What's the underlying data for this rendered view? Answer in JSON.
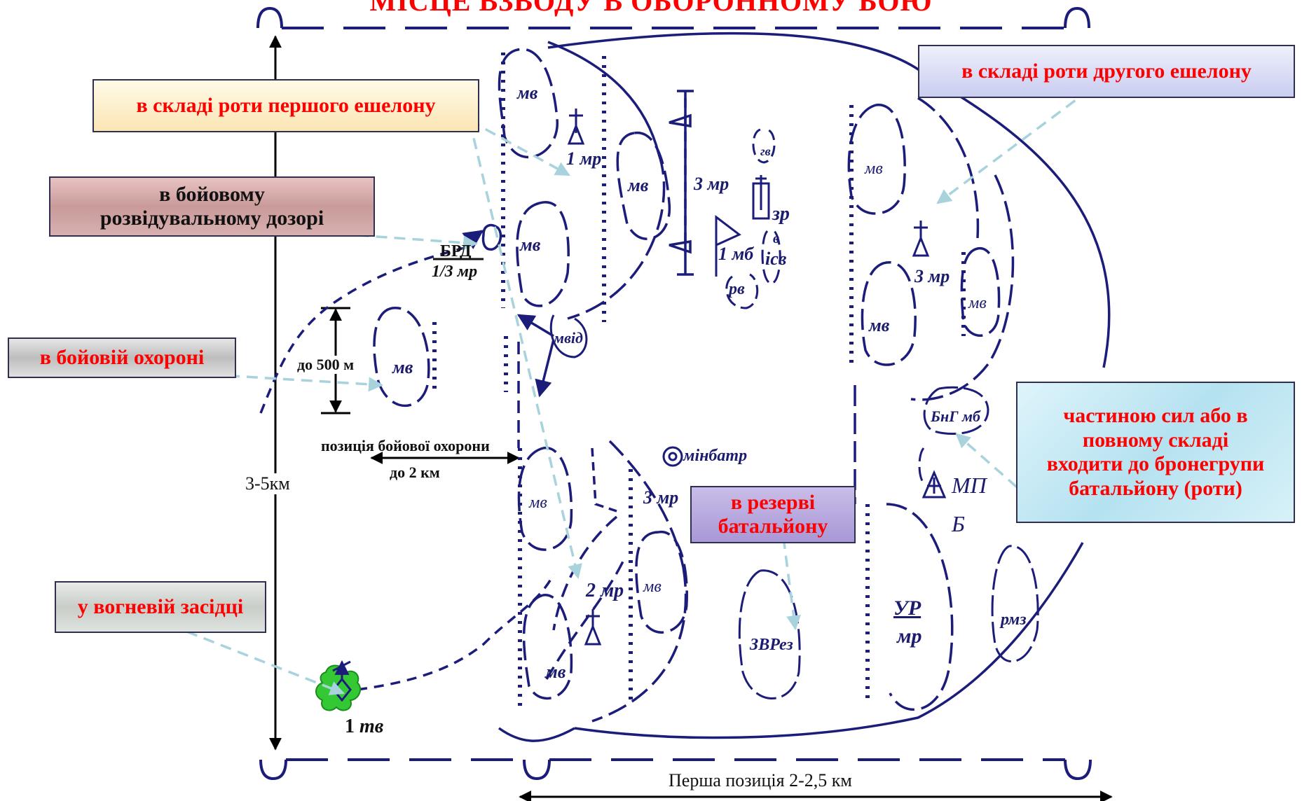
{
  "title": "МІСЦЕ ВЗВОДУ В ОБОРОННОМУ БОЮ",
  "callouts": {
    "first_echelon": "в складі роти першого ешелону",
    "second_echelon": "в складі роти другого ешелону",
    "recon_patrol_line1": "в бойовому",
    "recon_patrol_line2": "розвідувальному дозорі",
    "combat_security": "в бойовій охороні",
    "fire_ambush": "у вогневій засідці",
    "reserve_line1": "в резерві",
    "reserve_line2": "батальйону",
    "armor_group_line1": "частиною сил або в",
    "armor_group_line2": "повному складі",
    "armor_group_line3": "входити до бронегрупи",
    "armor_group_line4": "батальйону (роти)"
  },
  "labels": {
    "mv": "мв",
    "mr1": "1 мр",
    "mr2": "2 мр",
    "mr3": "3 мр",
    "gv": "гв",
    "zrv": "зр в",
    "zr": "зр",
    "v": "в",
    "isv": "ісв",
    "mb1": "1 мб",
    "rv": "рв",
    "mvid": "мвід",
    "brd": "БРД",
    "brd_sub": "1/3 мр",
    "minbatr": "мінбатр",
    "bng": "БнГ мб",
    "mpb_line1": "МП",
    "mpb_line2": "Б",
    "zvrez": "ЗВРез",
    "ur": "УР",
    "ur_sub": "мр",
    "rmz": "рмз",
    "tv": "1 тв",
    "tv_num": "1",
    "tv_unit": "тв"
  },
  "dimensions": {
    "depth_prefix": "3-5",
    "depth_unit": "км",
    "up_to_500": "до 500 м",
    "security_position": "позиція бойової охорони",
    "up_to_2km": "до 2 км",
    "first_position": "Перша позиція 2-2,5 км"
  },
  "colors": {
    "line": "#1c1c7a",
    "accent_red": "#ff0000",
    "arrow_pale": "#a9d3dc",
    "ambush_green": "#34c934"
  }
}
